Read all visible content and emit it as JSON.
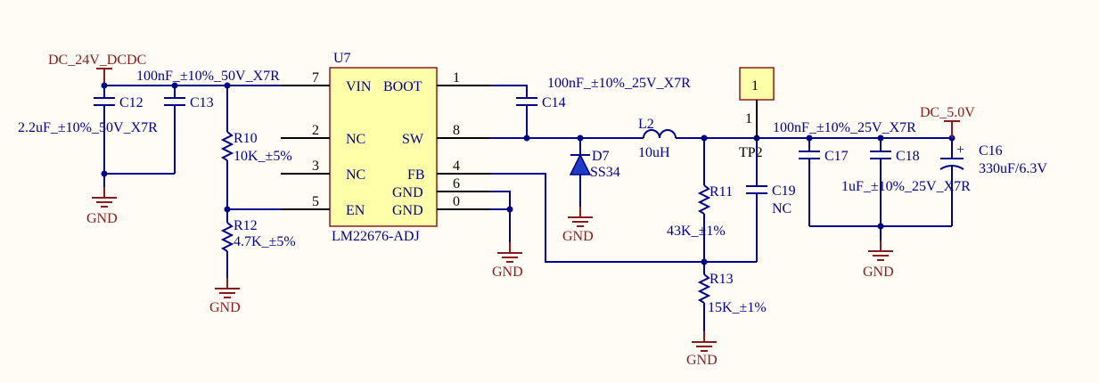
{
  "colors": {
    "background": "#FFFCF6",
    "wire": "#000088",
    "power_and_ground": "#8B1A1A",
    "ic_fill": "#FFFFAA",
    "ic_border": "#8B1A1A"
  },
  "power": {
    "input_net": "DC_24V_DCDC",
    "output_net": "DC_5.0V",
    "ground": "GND"
  },
  "ic": {
    "ref": "U7",
    "part": "LM22676-ADJ",
    "pins": [
      {
        "name": "VIN",
        "number": "7"
      },
      {
        "name": "BOOT",
        "number": "1"
      },
      {
        "name": "NC",
        "number": "2"
      },
      {
        "name": "SW",
        "number": "8"
      },
      {
        "name": "NC",
        "number": "3"
      },
      {
        "name": "FB",
        "number": "4"
      },
      {
        "name": "GND",
        "number": "6"
      },
      {
        "name": "EN",
        "number": "5"
      },
      {
        "name": "GND",
        "number": "0"
      }
    ]
  },
  "components": {
    "C12": {
      "ref": "C12",
      "value": "2.2uF_±10%_50V_X7R"
    },
    "C13": {
      "ref": "C13",
      "value": "100nF_±10%_50V_X7R"
    },
    "C14": {
      "ref": "C14",
      "value": "100nF_±10%_25V_X7R"
    },
    "R10": {
      "ref": "R10",
      "value": "10K_±5%"
    },
    "R12": {
      "ref": "R12",
      "value": "4.7K_±5%"
    },
    "D7": {
      "ref": "D7",
      "value": "SS34"
    },
    "L2": {
      "ref": "L2",
      "value": "10uH"
    },
    "R11": {
      "ref": "R11",
      "value": "43K_±1%"
    },
    "R13": {
      "ref": "R13",
      "value": "15K_±1%"
    },
    "C19": {
      "ref": "C19",
      "value": "NC"
    },
    "TP2": {
      "ref": "TP2",
      "pin": "1",
      "body": "1"
    },
    "C17": {
      "ref": "C17",
      "value": "100nF_±10%_25V_X7R"
    },
    "C18": {
      "ref": "C18",
      "value": "1uF_±10%_25V_X7R"
    },
    "C16": {
      "ref": "C16",
      "value": "330uF/6.3V",
      "polarity": "+"
    }
  }
}
